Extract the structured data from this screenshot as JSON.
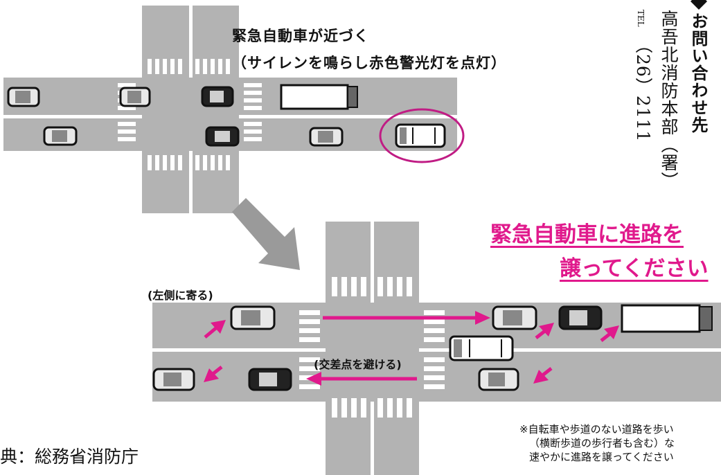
{
  "top_heading_1": "緊急自動車が近づく",
  "top_heading_2": "（サイレンを鳴らし赤色警光灯を点灯）",
  "contact": {
    "title": "お問い合わせ先",
    "office": "高吾北消防本部（署）",
    "tel_label": "TEL",
    "tel_number": "（26）2111"
  },
  "callout_line_1": "緊急自動車に進路を",
  "callout_line_2": "譲ってください",
  "left_note": "(左側に寄る)",
  "intersection_note": "(交差点を避ける)",
  "source": "典：総務省消防庁",
  "footnote": [
    "※自転車や歩道のない道路を歩い",
    "（横断歩道の歩行者も含む）な",
    "速やかに進路を譲ってください"
  ],
  "colors": {
    "accent": "#e0198c",
    "road": "#b3b3b3",
    "arrow_gray": "#9a9a9a"
  }
}
